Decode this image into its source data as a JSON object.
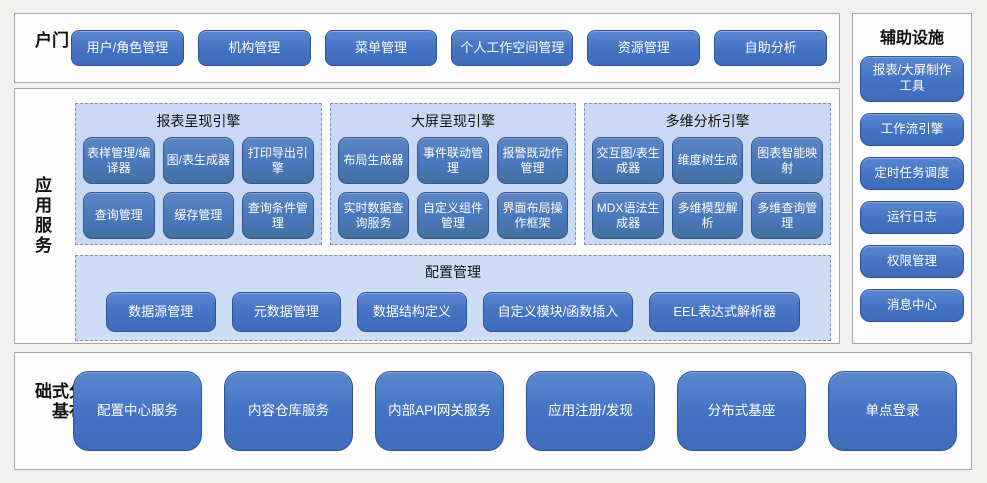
{
  "colors": {
    "button_blue": "#4472C4",
    "button_border": "#2F5597",
    "panel_fill": "#C9D9F3",
    "panel_dashed_border": "#7F93B5",
    "section_bg": "#FCFCFC",
    "section_border": "#A6A6A6",
    "button_text": "#FFFFFF",
    "label_text": "#111111"
  },
  "portal": {
    "label": "门户",
    "items": [
      "用户/角色管理",
      "机构管理",
      "菜单管理",
      "个人工作空间管理",
      "资源管理",
      "自助分析"
    ]
  },
  "app_services": {
    "label": "应用服务",
    "engines": [
      {
        "title": "报表呈现引擎",
        "buttons": [
          "表样管理/编译器",
          "图/表生成器",
          "打印导出引擎",
          "查询管理",
          "缓存管理",
          "查询条件管理"
        ]
      },
      {
        "title": "大屏呈现引擎",
        "buttons": [
          "布局生成器",
          "事件联动管理",
          "报警既动作管理",
          "实时数据查询服务",
          "自定义组件管理",
          "界面布局操作框架"
        ]
      },
      {
        "title": "多维分析引擎",
        "buttons": [
          "交互图/表生成器",
          "维度树生成",
          "图表智能映射",
          "MDX语法生成器",
          "多维模型解析",
          "多维查询管理"
        ]
      }
    ],
    "config": {
      "title": "配置管理",
      "buttons": [
        "数据源管理",
        "元数据管理",
        "数据结构定义",
        "自定义模块/函数插入",
        "EEL表达式解析器"
      ]
    }
  },
  "auxiliary": {
    "title": "辅助设施",
    "items": [
      "报表/大屏制作工具",
      "工作流引擎",
      "定时任务调度",
      "运行日志",
      "权限管理",
      "消息中心"
    ]
  },
  "distributed": {
    "label": "分布式基础",
    "items": [
      "配置中心服务",
      "内容仓库服务",
      "内部API网关服务",
      "应用注册/发现",
      "分布式基座",
      "单点登录"
    ]
  }
}
